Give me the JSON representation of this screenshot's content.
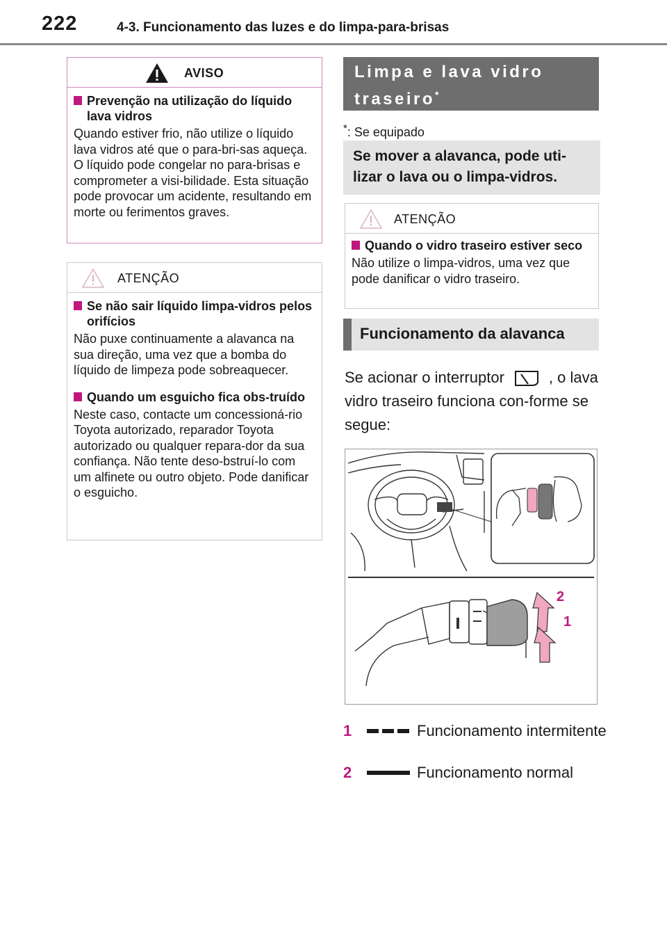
{
  "header": {
    "page_number": "222",
    "section_title": "4-3. Funcionamento das luzes e do limpa-para-brisas"
  },
  "aviso_box": {
    "label": "AVISO",
    "items": [
      {
        "title": "Prevenção na utilização do líquido lava vidros",
        "text": "Quando estiver frio, não utilize o líquido lava vidros até que o para-bri-sas aqueça. O líquido pode congelar no para-brisas e comprometer a visi-bilidade. Esta situação pode provocar um acidente, resultando em morte ou ferimentos graves."
      }
    ]
  },
  "atencao_box_left": {
    "label": "ATENÇÃO",
    "items": [
      {
        "title": "Se não sair líquido limpa-vidros pelos orifícios",
        "text": "Não puxe continuamente a alavanca na sua direção, uma vez que a bomba do líquido de limpeza pode sobreaquecer."
      },
      {
        "title": "Quando um esguicho fica obs-truído",
        "text": "Neste caso, contacte um concessioná-rio Toyota autorizado, reparador Toyota autorizado ou qualquer repara-dor da sua confiança. Não tente deso-bstruí-lo com um alfinete ou outro objeto. Pode danificar o esguicho."
      }
    ]
  },
  "rear_section": {
    "title": "Limpa e lava vidro traseiro",
    "title_mark": "*",
    "footnote_mark": "*",
    "footnote": ": Se equipado",
    "lead": "Se mover a alavanca, pode uti-lizar o lava ou o limpa-vidros."
  },
  "atencao_box_right": {
    "label": "ATENÇÃO",
    "items": [
      {
        "title": "Quando o vidro traseiro estiver seco",
        "text": "Não utilize o limpa-vidros, uma vez que pode danificar o vidro traseiro."
      }
    ]
  },
  "lever_section": {
    "title": "Funcionamento da alavanca",
    "para_before_icon": "Se acionar o interruptor",
    "para_after_icon": ", o lava vidro traseiro funciona con-forme se segue:",
    "figure_labels": [
      "2",
      "1"
    ]
  },
  "legend": [
    {
      "number": "1",
      "icon": "intermittent-dash-icon",
      "text": "Funcionamento intermitente"
    },
    {
      "number": "2",
      "icon": "solid-bar-icon",
      "text": "Funcionamento normal"
    }
  ],
  "colors": {
    "accent_magenta": "#c0177e",
    "aviso_border": "#cc88bb",
    "dark_bar": "#6e6e6e",
    "light_bar": "#e3e3e3",
    "arrow_pink": "#f0a7c0"
  }
}
